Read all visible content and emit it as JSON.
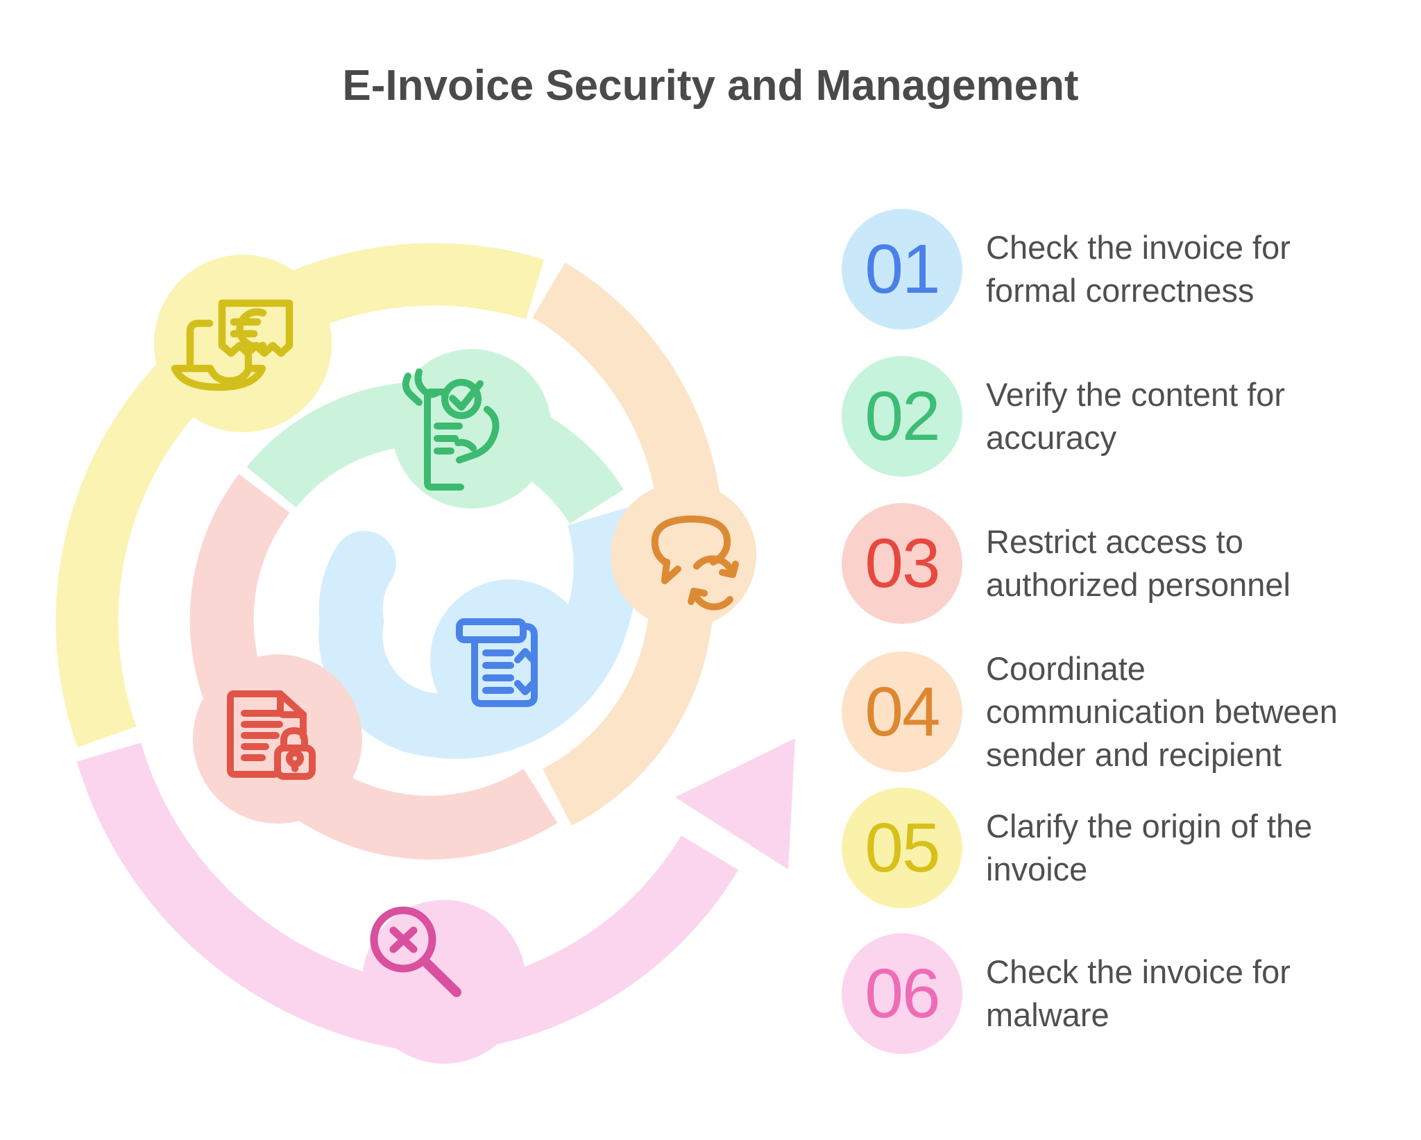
{
  "title": "E-Invoice Security and Management",
  "title_color": "#4a4a4a",
  "text_color": "#4f4f4f",
  "steps": [
    {
      "num": "01",
      "label": "Check the invoice for\nformal correctness",
      "circle": "#c9e9fb",
      "digit": "#4b80e8"
    },
    {
      "num": "02",
      "label": "Verify the content for\naccuracy",
      "circle": "#c6f3db",
      "digit": "#3dbd74"
    },
    {
      "num": "03",
      "label": "Restrict access to\nauthorized personnel",
      "circle": "#fbd1cc",
      "digit": "#e6493f"
    },
    {
      "num": "04",
      "label": "Coordinate\ncommunication between\nsender and recipient",
      "circle": "#fde2c8",
      "digit": "#de8730"
    },
    {
      "num": "05",
      "label": "Clarify the origin of the\ninvoice",
      "circle": "#faf2ab",
      "digit": "#d8c019"
    },
    {
      "num": "06",
      "label": "Check the invoice for\nmalware",
      "circle": "#fbd4ee",
      "digit": "#ee6cb5"
    }
  ],
  "spiral": {
    "arc_colors": {
      "yellow": "#faf3b2",
      "peach": "#fce4c9",
      "pink": "#fbd5ed",
      "salmon": "#fbd7d3",
      "green": "#cbf3dc",
      "blue": "#d4edfc"
    },
    "icon_colors": {
      "yellow": "#d3bf1c",
      "orange": "#dd8a35",
      "pink": "#d8509e",
      "red": "#e15549",
      "green": "#3cba70",
      "blue": "#4a82e8"
    },
    "icons": {
      "blue": "invoice-list-sort-icon",
      "green": "hands-document-check-icon",
      "red": "document-lock-icon",
      "orange": "chat-sync-icon",
      "yellow": "laptop-euro-invoice-icon",
      "pink": "malware-scan-icon"
    }
  }
}
